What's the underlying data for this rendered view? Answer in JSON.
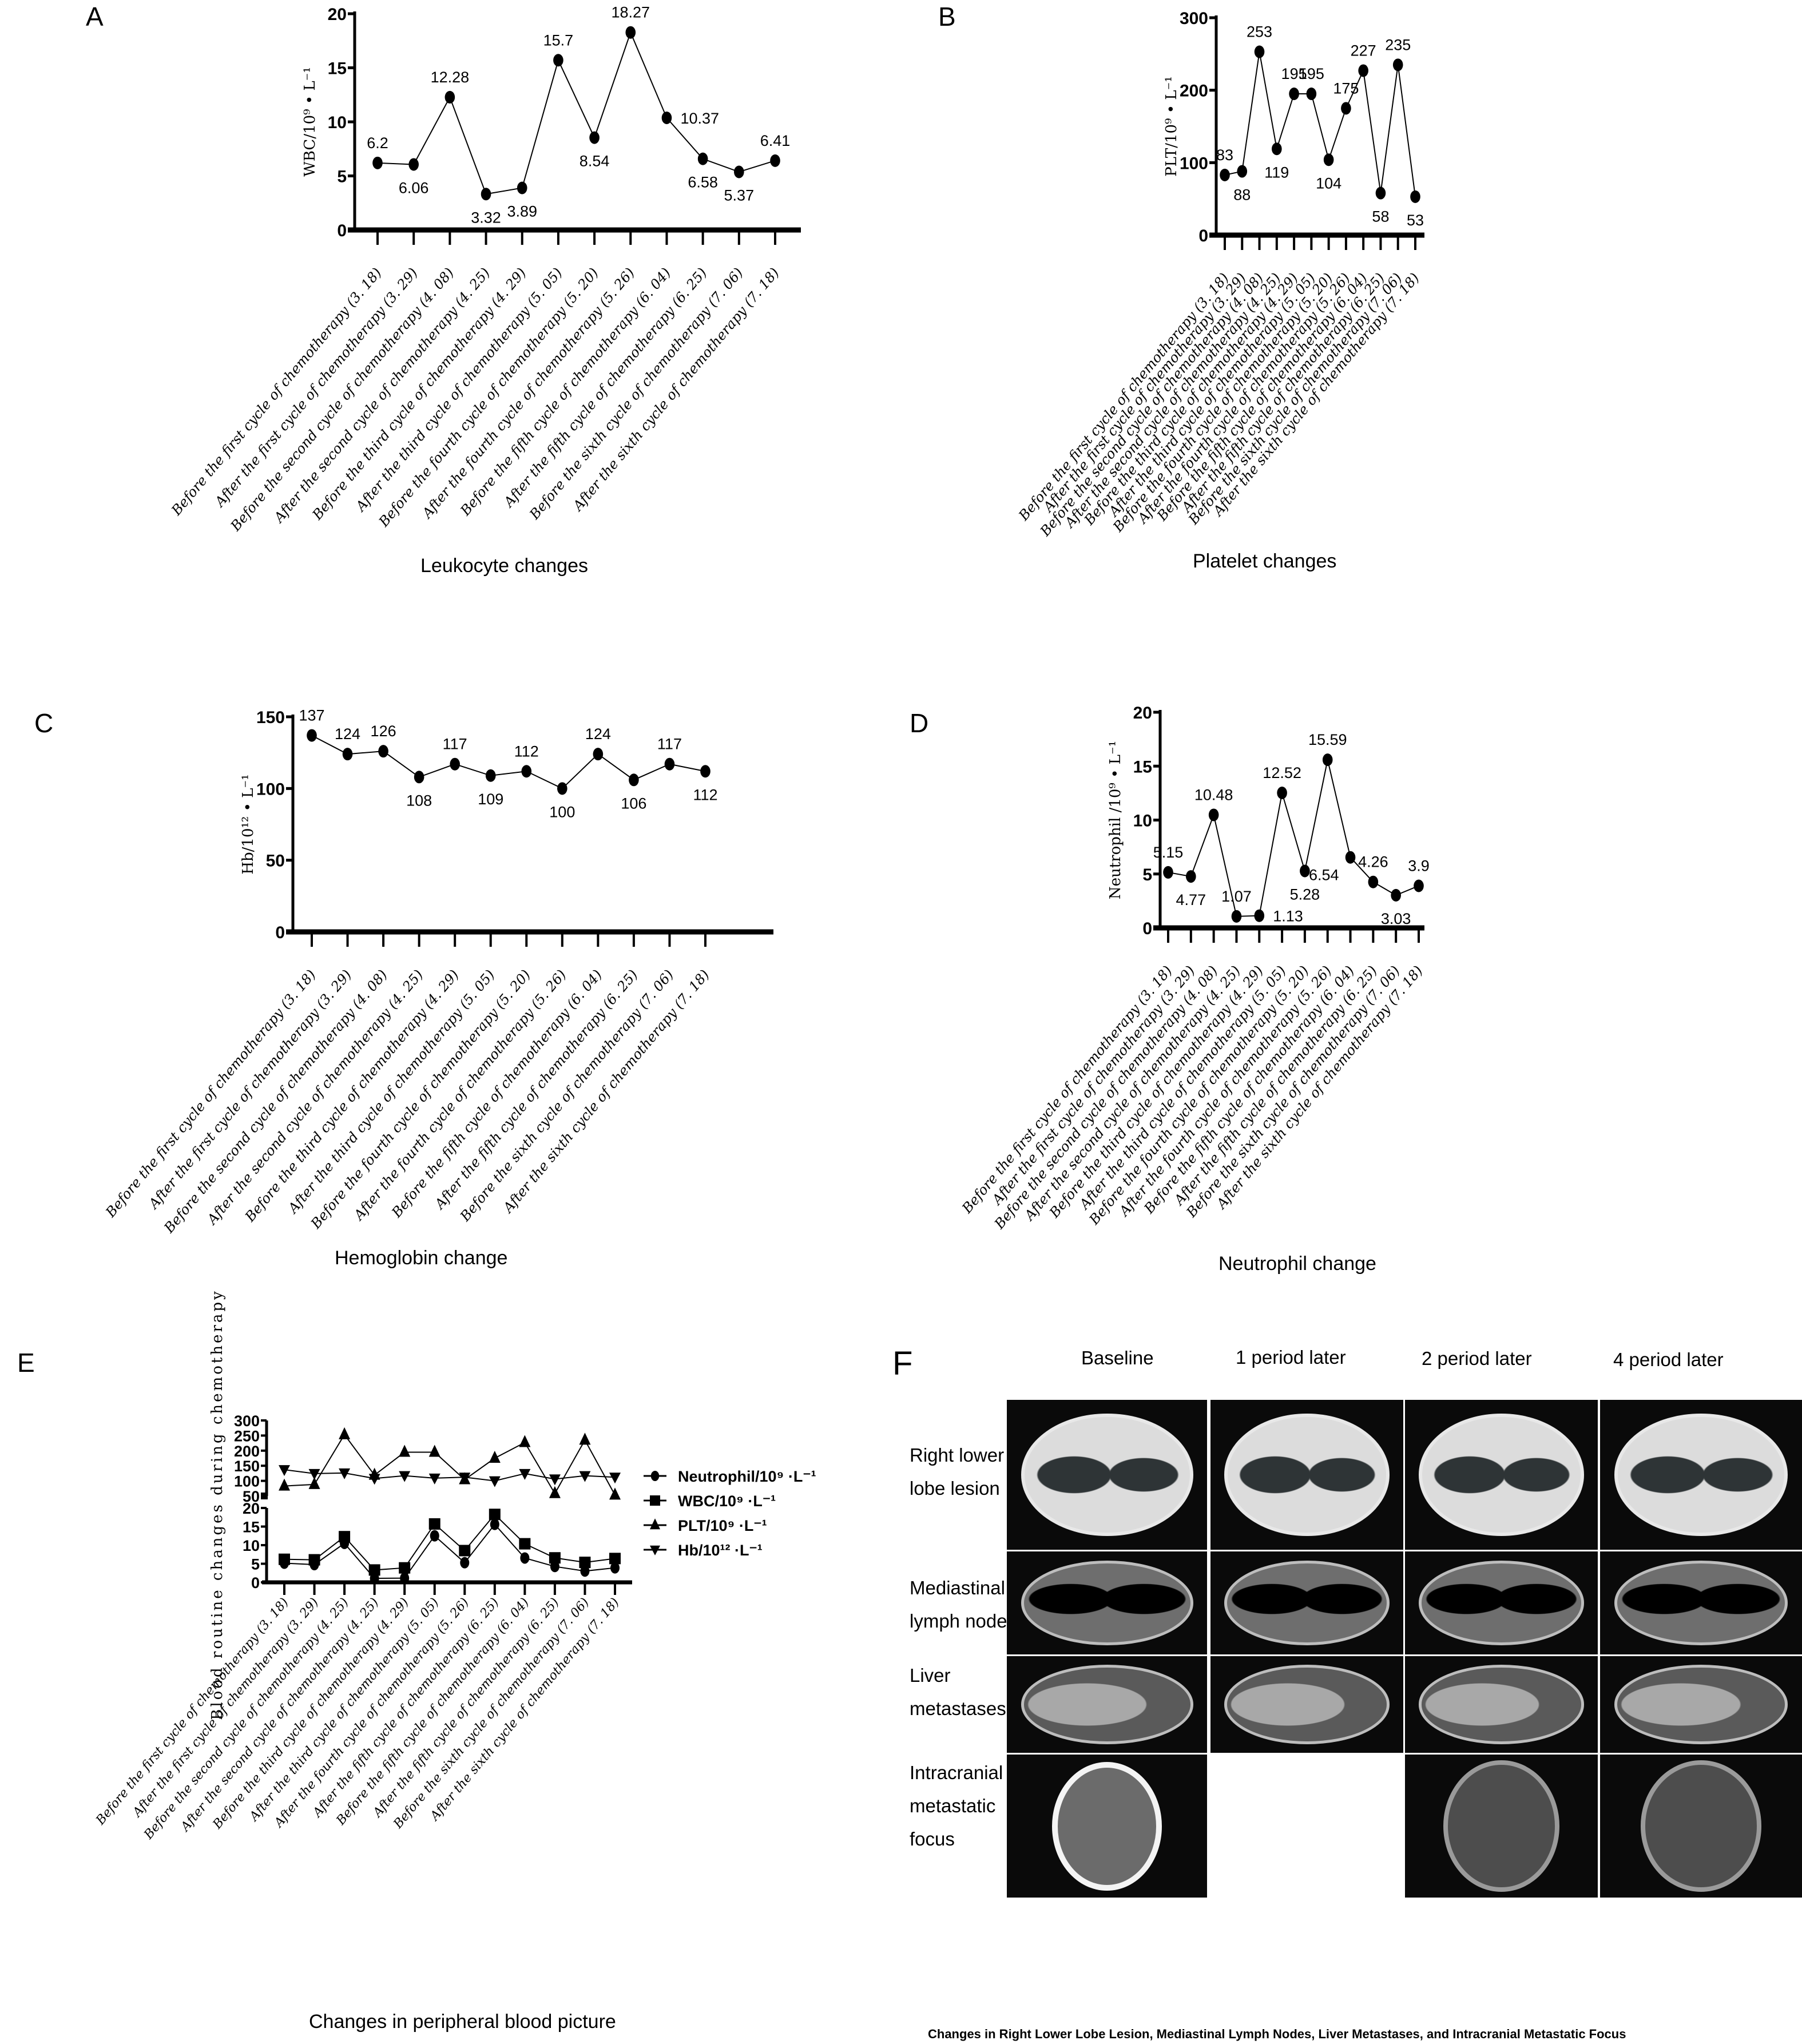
{
  "x_categories": [
    "Before the first cycle of chemotherapy (3. 18)",
    "After the first cycle of chemotherapy (3. 29)",
    "Before the second cycle of chemotherapy (4. 08)",
    "After the second cycle of chemotherapy (4. 25)",
    "Before the third cycle of chemotherapy (4. 29)",
    "After the third cycle of chemotherapy (5. 05)",
    "Before the fourth cycle of chemotherapy (5. 20)",
    "After the fourth cycle of chemotherapy (5. 26)",
    "Before the fifth cycle of chemotherapy (6. 04)",
    "After the fifth cycle of chemotherapy (6. 25)",
    "Before the sixth cycle of chemotherapy (7. 06)",
    "After the sixth cycle of chemotherapy (7. 18)"
  ],
  "x_categories_E": [
    "Before the first cycle of chemotherapy (3. 18)",
    "After the first cycle of chemotherapy (3. 29)",
    "Before the second cycle of chemotherapy (4. 25)",
    "After the second cycle of chemotherapy (4. 25)",
    "Before the third cycle of chemotherapy (4. 29)",
    "After the third cycle of chemotherapy (5. 05)",
    "After the fourth cycle of chemotherapy (5. 26)",
    "After the fifth cycle of chemotherapy (6. 25)",
    "Before the fifth cycle of chemotherapy (6. 04)",
    "After the fifth cycle of chemotherapy (6. 25)",
    "Before the sixth cycle of chemotherapy (7. 06)",
    "After the sixth cycle of chemotherapy (7. 18)"
  ],
  "panels": {
    "A": {
      "letter": "A",
      "caption": "Leukocyte changes"
    },
    "B": {
      "letter": "B",
      "caption": "Platelet changes"
    },
    "C": {
      "letter": "C",
      "caption": "Hemoglobin change"
    },
    "D": {
      "letter": "D",
      "caption": "Neutrophil change"
    },
    "E": {
      "letter": "E",
      "caption": "Changes in peripheral blood picture"
    },
    "F": {
      "letter": "F",
      "columns": [
        "Baseline",
        "1 period later",
        "2 period later",
        "4 period later"
      ],
      "rows": [
        {
          "label_lines": [
            "Right lower",
            "lobe lesion"
          ],
          "cells": [
            "ct-chest",
            "ct-chest",
            "ct-chest",
            "ct-chest"
          ]
        },
        {
          "label_lines": [
            "Mediastinal",
            "lymph nodes"
          ],
          "cells": [
            "ct-mediastinum",
            "ct-mediastinum",
            "ct-mediastinum",
            "ct-mediastinum"
          ]
        },
        {
          "label_lines": [
            "Liver",
            "metastases"
          ],
          "cells": [
            "ct-liver",
            "ct-liver",
            "ct-liver",
            "ct-liver"
          ]
        },
        {
          "label_lines": [
            "Intracranial",
            "metastatic",
            "focus"
          ],
          "cells": [
            "ct-brain",
            "empty",
            "mri-brain",
            "mri-brain"
          ]
        }
      ],
      "caption": "Changes in Right Lower Lobe Lesion, Mediastinal Lymph Nodes, Liver Metastases, and Intracranial Metastatic Focus"
    }
  },
  "chart_data": [
    {
      "id": "A",
      "type": "line",
      "title": "Leukocyte changes",
      "ylabel": "WBC/10⁹ • L⁻¹",
      "xlabel": "",
      "ylim": [
        0,
        20
      ],
      "yticks": [
        0,
        5,
        10,
        15,
        20
      ],
      "values": [
        6.2,
        6.06,
        12.28,
        3.32,
        3.89,
        15.7,
        8.54,
        18.27,
        10.37,
        6.58,
        5.37,
        6.41
      ],
      "labels": [
        "6.2",
        "6.06",
        "12.28",
        "3.32",
        "3.89",
        "15.7",
        "8.54",
        "18.27",
        "10.37",
        "6.58",
        "5.37",
        "6.41"
      ],
      "label_pos": [
        "above",
        "below",
        "above",
        "below",
        "below",
        "above",
        "below",
        "above",
        "right",
        "below",
        "below",
        "above"
      ],
      "marker": "circle",
      "grid": false
    },
    {
      "id": "B",
      "type": "line",
      "title": "Platelet changes",
      "ylabel": "PLT/10⁹ • L⁻¹",
      "xlabel": "",
      "ylim": [
        0,
        300
      ],
      "yticks": [
        0,
        100,
        200,
        300
      ],
      "values": [
        83,
        88,
        253,
        119,
        195,
        195,
        104,
        175,
        227,
        58,
        235,
        53
      ],
      "labels": [
        "83",
        "88",
        "253",
        "119",
        "195",
        "195",
        "104",
        "175",
        "227",
        "58",
        "235",
        "53"
      ],
      "label_pos": [
        "above",
        "below",
        "above",
        "below",
        "above",
        "above",
        "below",
        "above",
        "above",
        "below",
        "above",
        "below"
      ],
      "marker": "circle",
      "grid": false
    },
    {
      "id": "C",
      "type": "line",
      "title": "Hemoglobin change",
      "ylabel": "Hb/10¹² • L⁻¹",
      "xlabel": "",
      "ylim": [
        0,
        150
      ],
      "yticks": [
        0,
        50,
        100,
        150
      ],
      "values": [
        137,
        124,
        126,
        108,
        117,
        109,
        112,
        100,
        124,
        106,
        117,
        112
      ],
      "labels": [
        "137",
        "124",
        "126",
        "108",
        "117",
        "109",
        "112",
        "100",
        "124",
        "106",
        "117",
        "112"
      ],
      "label_pos": [
        "above",
        "above",
        "above",
        "below",
        "above",
        "below",
        "above",
        "below",
        "above",
        "below",
        "above",
        "below"
      ],
      "marker": "circle",
      "grid": false
    },
    {
      "id": "D",
      "type": "line",
      "title": "Neutrophil change",
      "ylabel": "Neutrophil /10⁹ • L⁻¹",
      "xlabel": "",
      "ylim": [
        0,
        20
      ],
      "yticks": [
        0,
        5,
        10,
        15,
        20
      ],
      "values": [
        5.15,
        4.77,
        10.48,
        1.07,
        1.13,
        12.52,
        5.28,
        15.59,
        6.54,
        4.26,
        3.03,
        3.9
      ],
      "labels": [
        "5.15",
        "4.77",
        "10.48",
        "1.07",
        "1.13",
        "12.52",
        "5.28",
        "15.59",
        "6.54",
        "4.26",
        "3.03",
        "3.9"
      ],
      "label_pos": [
        "above",
        "below",
        "above",
        "above",
        "right",
        "above",
        "below",
        "above",
        "left",
        "above",
        "below",
        "above"
      ],
      "marker": "circle",
      "grid": false
    },
    {
      "id": "E",
      "type": "line",
      "title": "Changes in peripheral blood picture",
      "ylabel": "Blood routine changes during chemotherapy",
      "xlabel": "",
      "broken_axis": true,
      "upper_ylim": [
        50,
        300
      ],
      "upper_yticks": [
        50,
        100,
        150,
        200,
        250,
        300
      ],
      "lower_ylim": [
        0,
        20
      ],
      "lower_yticks": [
        0,
        5,
        10,
        15,
        20
      ],
      "legend_position": "right",
      "series": [
        {
          "name": "Neutrophil/10⁹ ·L⁻¹",
          "marker": "circle",
          "axis": "lower",
          "values": [
            5.15,
            4.77,
            10.48,
            1.07,
            1.13,
            12.52,
            5.28,
            15.59,
            6.54,
            4.26,
            3.03,
            3.9
          ]
        },
        {
          "name": "WBC/10⁹ ·L⁻¹",
          "marker": "square",
          "axis": "lower",
          "values": [
            6.2,
            6.06,
            12.28,
            3.32,
            3.89,
            15.7,
            8.54,
            18.27,
            10.37,
            6.58,
            5.37,
            6.41
          ]
        },
        {
          "name": "PLT/10⁹ ·L⁻¹",
          "marker": "triangle-up",
          "axis": "upper",
          "values": [
            83,
            88,
            253,
            119,
            195,
            195,
            104,
            175,
            227,
            58,
            235,
            53
          ]
        },
        {
          "name": "Hb/10¹² ·L⁻¹",
          "marker": "triangle-down",
          "axis": "upper",
          "values": [
            137,
            124,
            126,
            108,
            117,
            109,
            112,
            100,
            124,
            106,
            117,
            112
          ]
        }
      ]
    }
  ]
}
